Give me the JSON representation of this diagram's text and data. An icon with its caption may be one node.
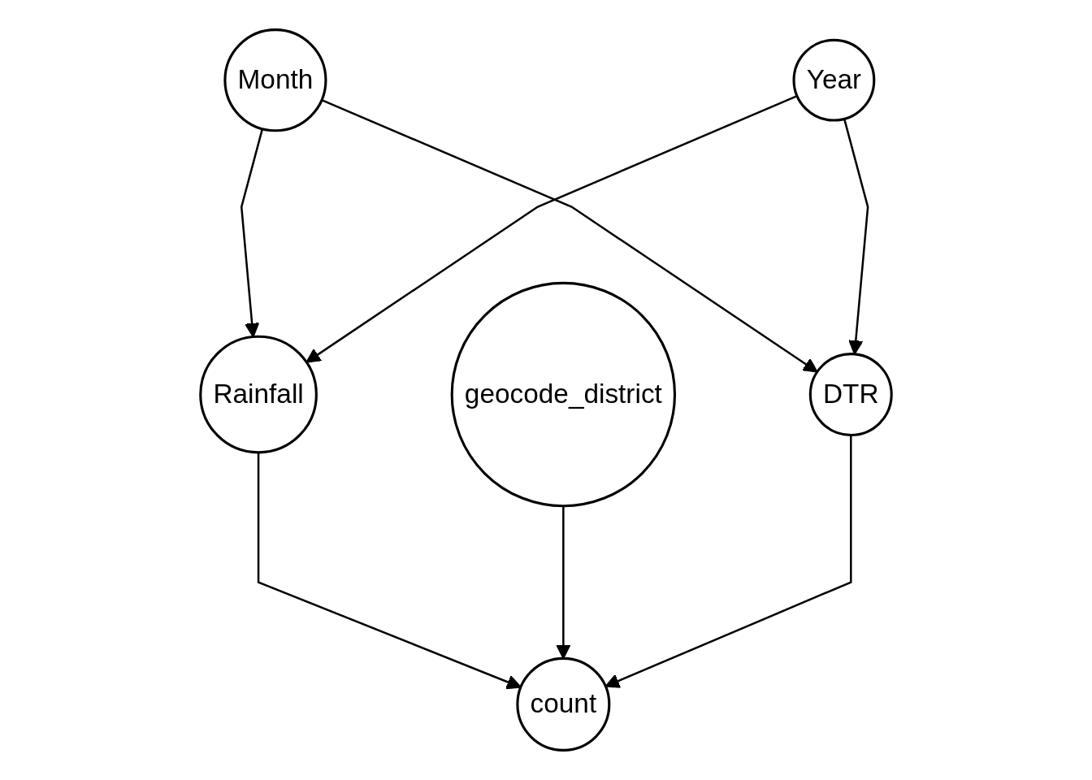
{
  "diagram": {
    "nodes": [
      {
        "text": [
          "Month"
        ]
      },
      {
        "text": [
          "Year"
        ]
      },
      {
        "text": [
          "Rainfall"
        ]
      },
      {
        "text": [
          "geocode_district"
        ]
      },
      {
        "text": [
          "DTR"
        ]
      },
      {
        "text": [
          "count"
        ]
      }
    ],
    "edges": [
      {
        "from": 0,
        "to": 2,
        "arrow": "to"
      },
      {
        "from": 0,
        "to": 4,
        "arrow": "to"
      },
      {
        "from": 1,
        "to": 2,
        "arrow": "to"
      },
      {
        "from": 1,
        "to": 4,
        "arrow": "to"
      },
      {
        "from": 2,
        "to": 5,
        "arrow": "to"
      },
      {
        "from": 3,
        "to": 5,
        "arrow": "to"
      },
      {
        "from": 4,
        "to": 5,
        "arrow": "to"
      }
    ]
  }
}
